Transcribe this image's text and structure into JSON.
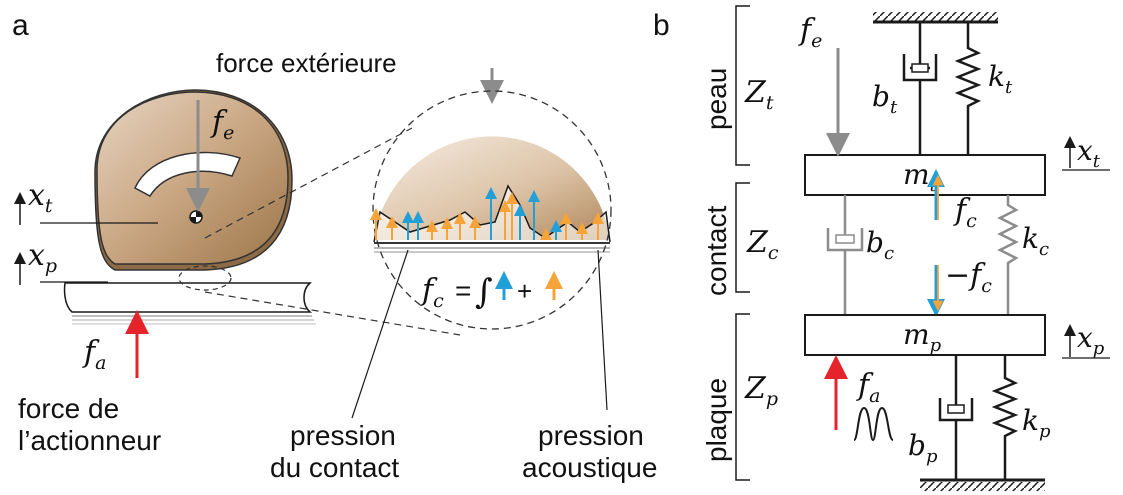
{
  "colors": {
    "skin": "#b79670",
    "skin_light": "#f4ebe2",
    "blue": "#21a0d8",
    "orange": "#f6a43a",
    "red": "#e5232b",
    "gray": "#8c8c8c",
    "ink": "#1a1a1a"
  },
  "panel_a": {
    "letter": "a",
    "force_exterieure": "force extérieure",
    "fe_label": "f",
    "fe_sub": "e",
    "xt_label": "x",
    "xt_sub": "t",
    "xp_label": "x",
    "xp_sub": "p",
    "fa_label": "f",
    "fa_sub": "a",
    "actuator_line1": "force de",
    "actuator_line2": "l’actionneur",
    "contact_pressure_line1": "pression",
    "contact_pressure_line2": "du contact",
    "acoustic_pressure_line1": "pression",
    "acoustic_pressure_line2": "acoustique",
    "fc_label": "f",
    "fc_sub": "c",
    "fc_eq": "=",
    "integral": "∫",
    "plus": "+"
  },
  "panel_b": {
    "letter": "b",
    "peau": "peau",
    "contact": "contact",
    "plaque": "plaque",
    "Zt": "Z",
    "Zt_sub": "t",
    "Zc": "Z",
    "Zc_sub": "c",
    "Zp": "Z",
    "Zp_sub": "p",
    "fe": "f",
    "fe_sub": "e",
    "bt": "b",
    "bt_sub": "t",
    "kt": "k",
    "kt_sub": "t",
    "mt": "m",
    "mt_sub": "t",
    "xt": "x",
    "xt_sub": "t",
    "fc": "f",
    "fc_sub": "c",
    "bc": "b",
    "bc_sub": "c",
    "kc": "k",
    "kc_sub": "c",
    "neg_fc": "−f",
    "neg_fc_sub": "c",
    "mp": "m",
    "mp_sub": "p",
    "xp": "x",
    "xp_sub": "p",
    "fa": "f",
    "fa_sub": "a",
    "bp": "b",
    "bp_sub": "p",
    "kp": "k",
    "kp_sub": "p"
  }
}
